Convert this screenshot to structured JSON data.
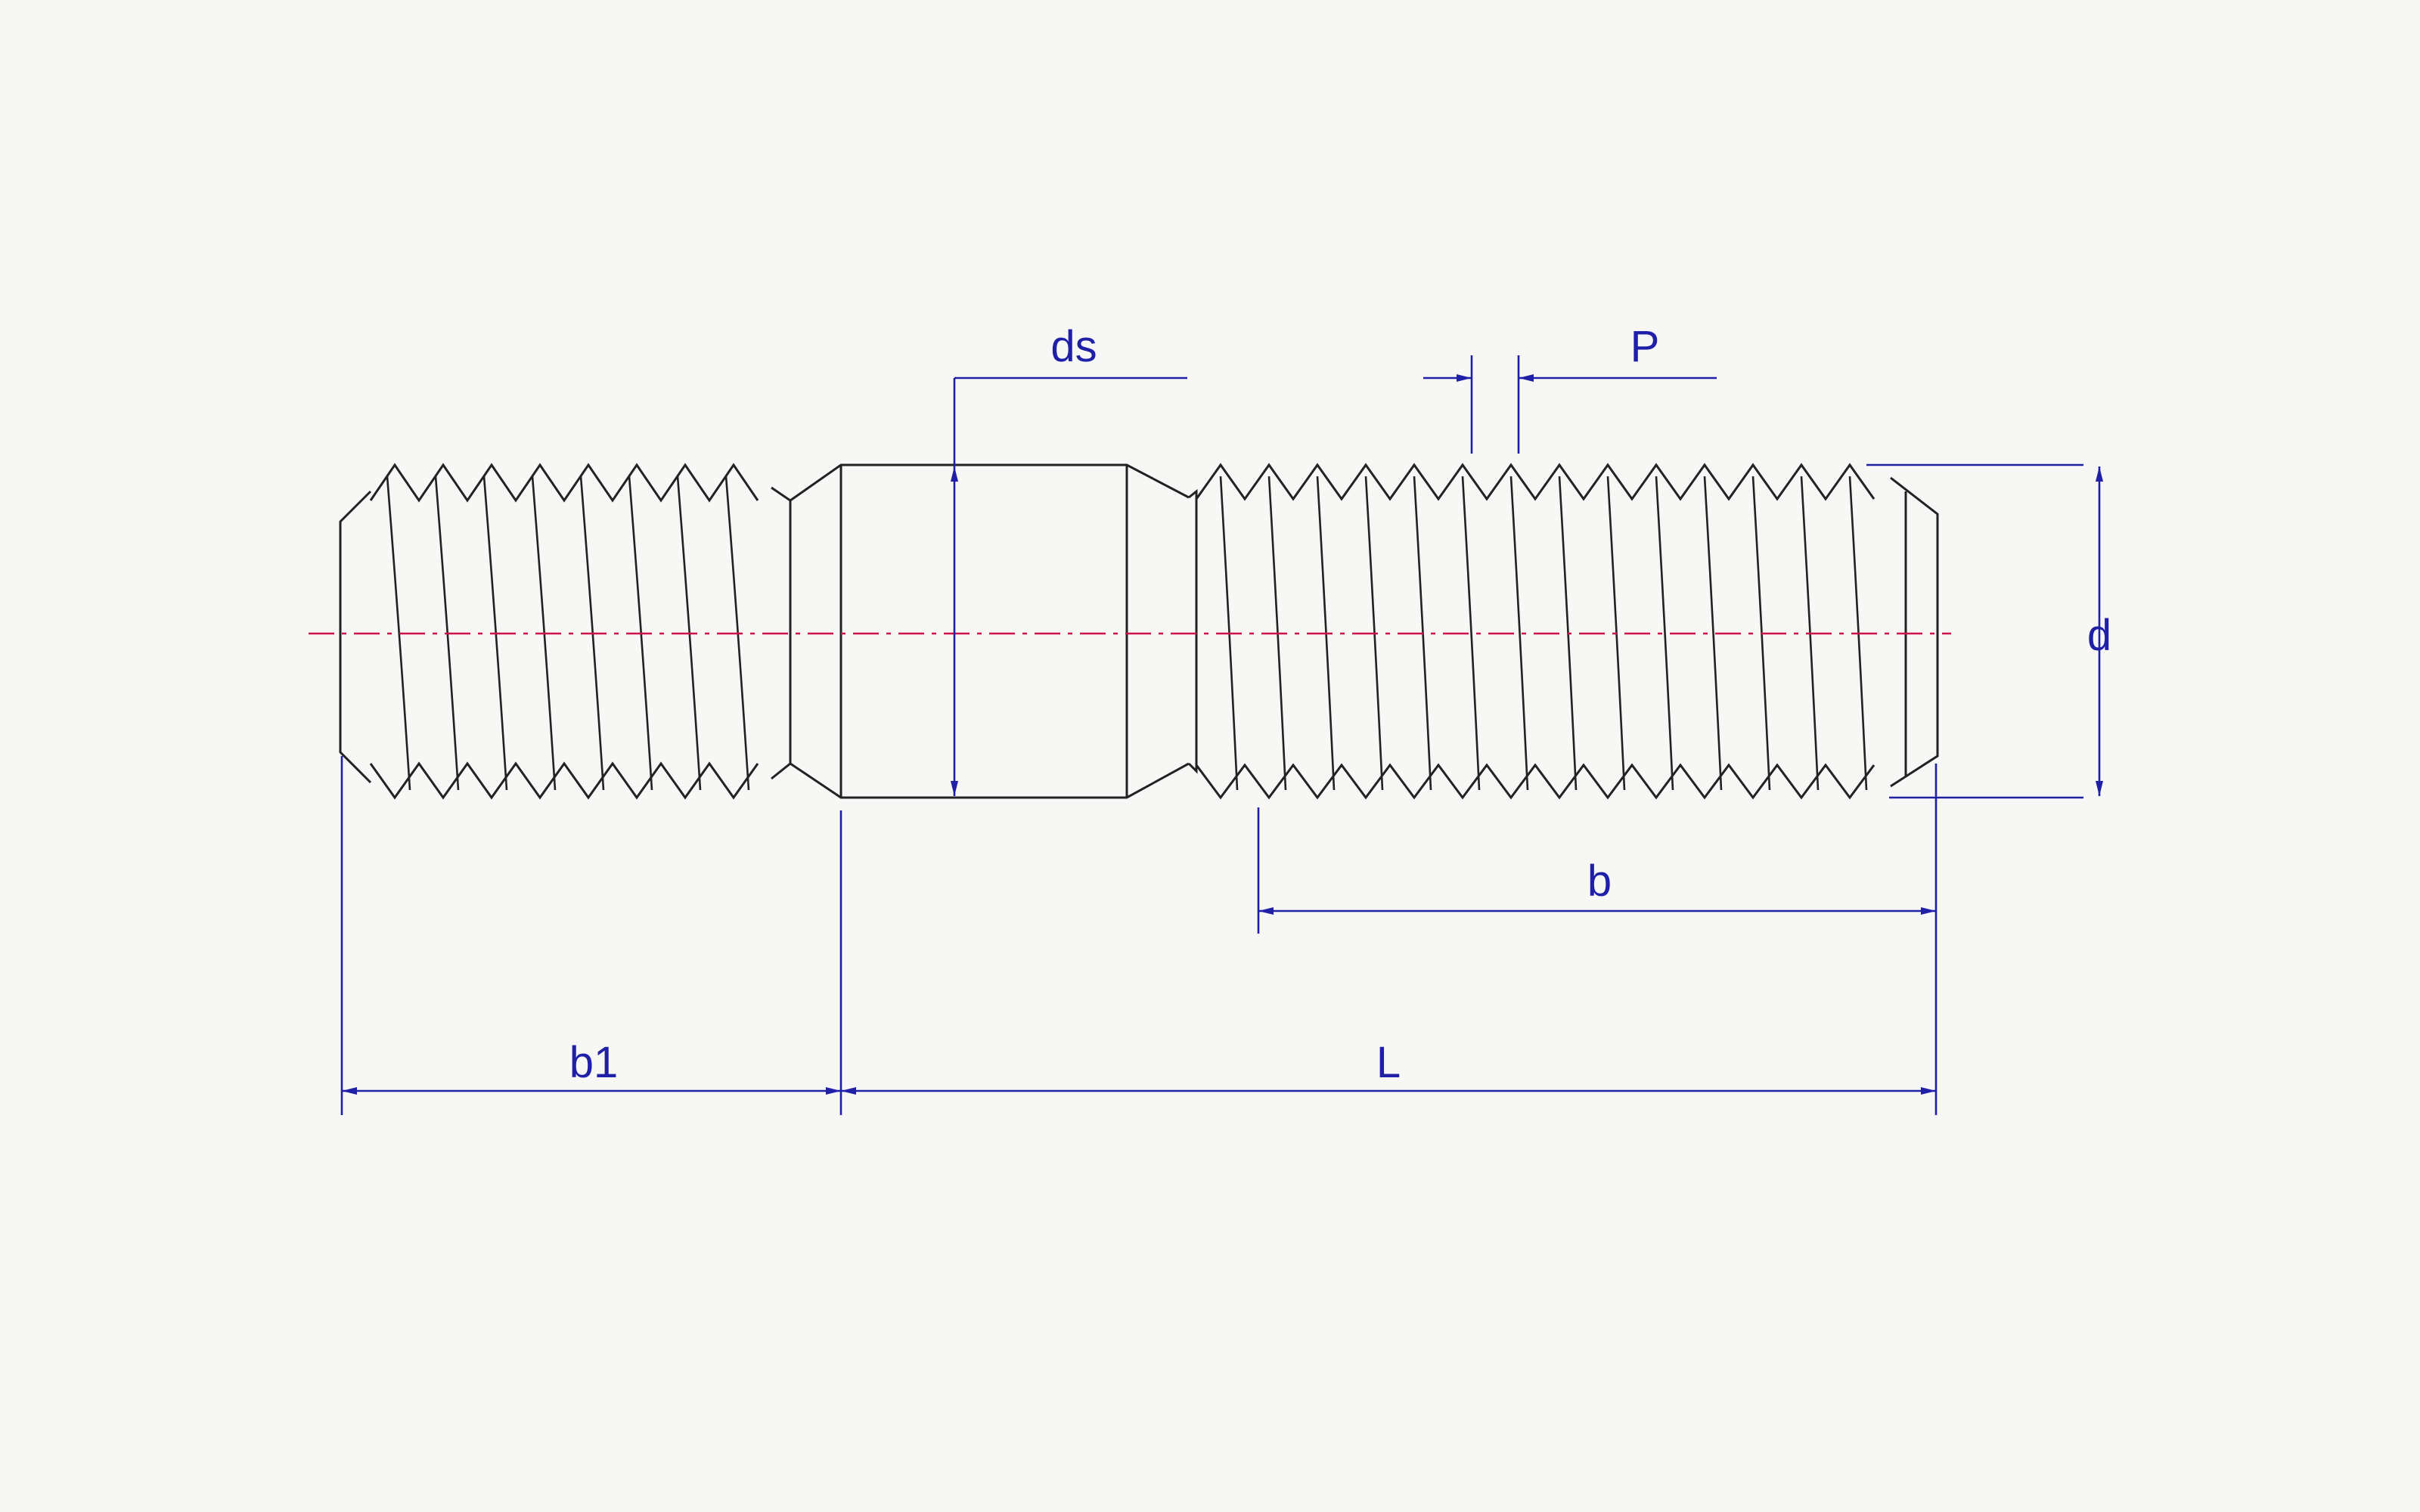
{
  "colors": {
    "background": "#f7f7f5",
    "outline": "#222222",
    "dimension": "#1f1fa8",
    "centerline": "#d0104a"
  },
  "labels": {
    "ds": "ds",
    "p": "P",
    "d": "d",
    "b": "b",
    "b1": "b1",
    "l": "L"
  }
}
